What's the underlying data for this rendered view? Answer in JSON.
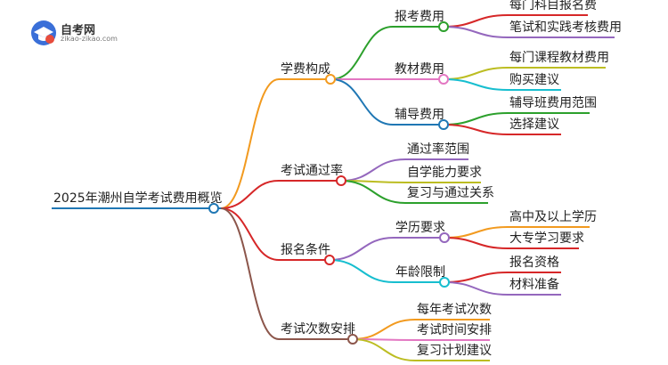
{
  "logo": {
    "name": "自考网",
    "url": "zikao-zikao.com"
  },
  "root": {
    "label": "2025年潮州自学考试费用概览"
  },
  "branches": [
    {
      "label": "学费构成",
      "color": "#f29a1f",
      "children": [
        {
          "label": "报考费用",
          "color": "#2ca02c",
          "leaves": [
            {
              "label": "每门科目报名费",
              "color": "#d62728"
            },
            {
              "label": "笔试和实践考核费用",
              "color": "#9467bd"
            }
          ]
        },
        {
          "label": "教材费用",
          "color": "#e377c2",
          "leaves": [
            {
              "label": "每门课程教材费用",
              "color": "#bcbd22"
            },
            {
              "label": "购买建议",
              "color": "#17becf"
            }
          ]
        },
        {
          "label": "辅导费用",
          "color": "#1f77b4",
          "leaves": [
            {
              "label": "辅导班费用范围",
              "color": "#2ca02c"
            },
            {
              "label": "选择建议",
              "color": "#d62728"
            }
          ]
        }
      ]
    },
    {
      "label": "考试通过率",
      "color": "#d62728",
      "children": [
        {
          "label": "通过率范围",
          "color": "#9467bd",
          "leaves": []
        },
        {
          "label": "自学能力要求",
          "color": "#bcbd22",
          "leaves": []
        },
        {
          "label": "复习与通过关系",
          "color": "#2ca02c",
          "leaves": []
        }
      ]
    },
    {
      "label": "报名条件",
      "color": "#d62728",
      "children": [
        {
          "label": "学历要求",
          "color": "#9467bd",
          "leaves": [
            {
              "label": "高中及以上学历",
              "color": "#f29a1f"
            },
            {
              "label": "大专学习要求",
              "color": "#d62728"
            }
          ]
        },
        {
          "label": "年龄限制",
          "color": "#17becf",
          "leaves": [
            {
              "label": "报名资格",
              "color": "#d62728"
            },
            {
              "label": "材料准备",
              "color": "#9467bd"
            }
          ]
        }
      ]
    },
    {
      "label": "考试次数安排",
      "color": "#8c564b",
      "children": [
        {
          "label": "每年考试次数",
          "color": "#f29a1f",
          "leaves": []
        },
        {
          "label": "考试时间安排",
          "color": "#e377c2",
          "leaves": []
        },
        {
          "label": "复习计划建议",
          "color": "#bcbd22",
          "leaves": []
        }
      ]
    }
  ],
  "colors": {
    "root_line": "#1f77b4",
    "node_fill": "#ffffff"
  }
}
